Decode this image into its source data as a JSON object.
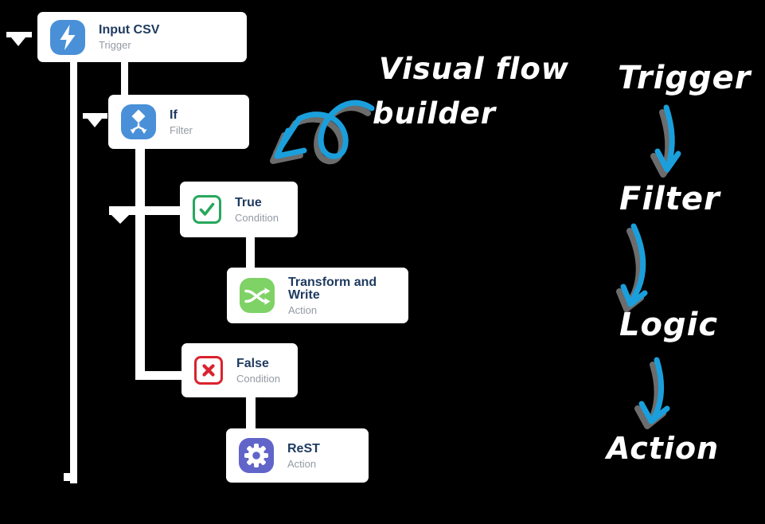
{
  "canvas": {
    "background": "#000000"
  },
  "nodes": [
    {
      "title": "Input CSV",
      "subtitle": "Trigger",
      "icon": "lightning-icon",
      "icon_bg": "#4a90d8"
    },
    {
      "title": "If",
      "subtitle": "Filter",
      "icon": "branch-icon",
      "icon_bg": "#4a90d8"
    },
    {
      "title": "True",
      "subtitle": "Condition",
      "icon": "check-icon",
      "icon_color": "#27a85c"
    },
    {
      "title": "Transform and Write",
      "subtitle": "Action",
      "icon": "shuffle-icon",
      "icon_bg": "#7ed266"
    },
    {
      "title": "False",
      "subtitle": "Condition",
      "icon": "x-icon",
      "icon_color": "#d9232e"
    },
    {
      "title": "ReST",
      "subtitle": "Action",
      "icon": "gear-icon",
      "icon_bg": "#6165c9"
    }
  ],
  "annotations": {
    "line1": "Visual flow",
    "line2": "builder",
    "steps": [
      "Trigger",
      "Filter",
      "Logic",
      "Action"
    ]
  },
  "colors": {
    "card": "#ffffff",
    "title_text": "#1e3a5f",
    "subtitle_text": "#949aa4",
    "connector": "#ffffff",
    "sketch_arrow": "#1b9fdc",
    "sketch_arrow_shadow": "#787878"
  }
}
